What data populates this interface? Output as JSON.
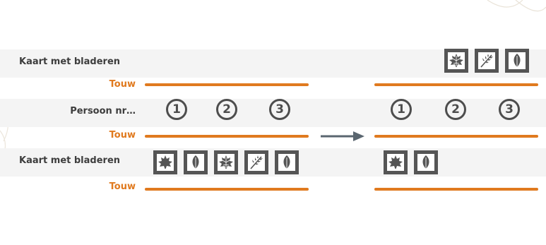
{
  "labels": {
    "card_top": "Kaart met bladeren",
    "rope1": "Touw",
    "person": "Persoon nr…",
    "rope2": "Touw",
    "card_bottom": "Kaart met bladeren",
    "rope3": "Touw"
  },
  "persons": [
    "1",
    "2",
    "3"
  ],
  "before": {
    "bottom_cards": [
      "maple",
      "oval",
      "maple",
      "branch",
      "oval"
    ]
  },
  "after": {
    "top_cards": [
      "maple",
      "branch",
      "oval"
    ],
    "bottom_cards": [
      "maple",
      "oval"
    ]
  },
  "colors": {
    "rope": "#e07a1f",
    "text": "#3d3d3d",
    "card": "#555555",
    "arrow": "#5a6670"
  },
  "icons": {
    "arrow": "arrow-right-icon",
    "maple": "maple-leaf-icon",
    "branch": "fern-branch-icon",
    "oval": "oval-leaf-icon"
  }
}
